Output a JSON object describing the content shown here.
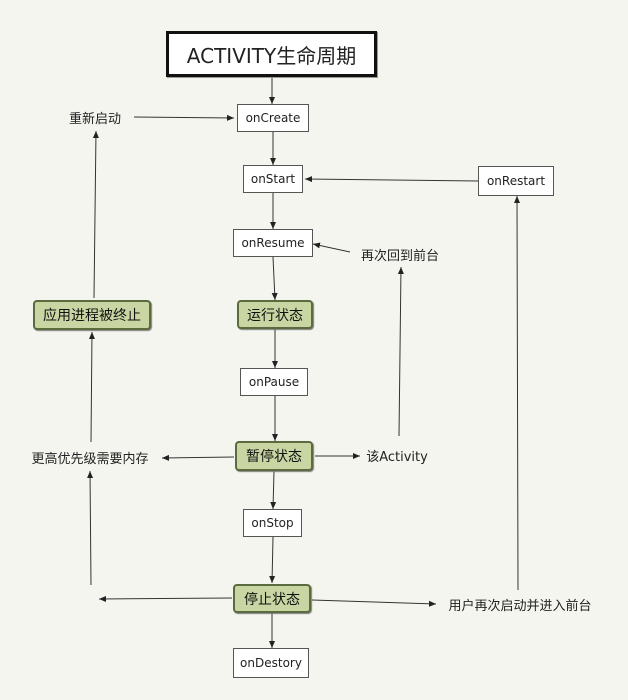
{
  "title": "ACTIVITY生命周期",
  "lifecycle": {
    "onCreate": "onCreate",
    "onStart": "onStart",
    "onResume": "onResume",
    "onPause": "onPause",
    "onStop": "onStop",
    "onDestory": "onDestory",
    "onRestart": "onRestart"
  },
  "states": {
    "running": "运行状态",
    "paused": "暂停状态",
    "stopped": "停止状态",
    "killed": "应用进程被终止"
  },
  "labels": {
    "restart": "重新启动",
    "back_to_front": "再次回到前台",
    "this_activity": "该Activity",
    "higher_priority_memory": "更高优先级需要内存",
    "user_restart": "用户再次启动并进入前台"
  }
}
